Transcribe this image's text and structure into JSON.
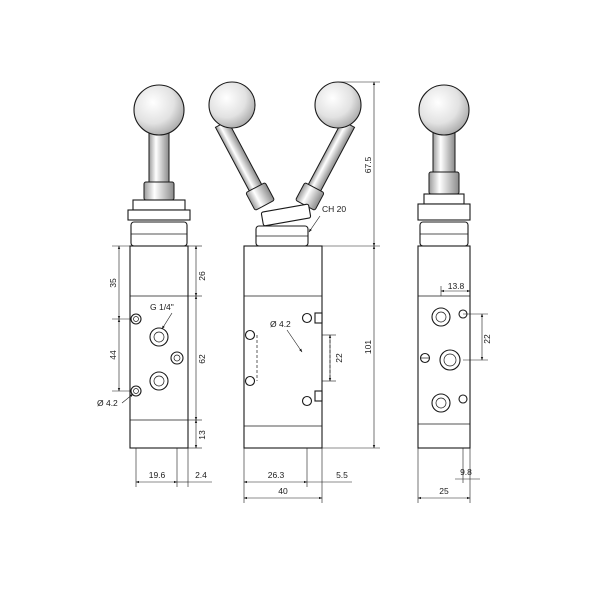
{
  "drawing": {
    "views": [
      "front-view",
      "side-view-swing",
      "right-view"
    ],
    "dimensions": {
      "front_35": "35",
      "front_26": "26",
      "front_44": "44",
      "front_62": "62",
      "front_13": "13",
      "front_19_6": "19.6",
      "front_2_4": "2.4",
      "front_thread": "G 1/4\"",
      "front_hole": "Ø 4.2",
      "mid_67_5": "67.5",
      "mid_ch20": "CH 20",
      "mid_hole": "Ø 4.2",
      "mid_22": "22",
      "mid_101": "101",
      "mid_26_3": "26.3",
      "mid_5_5": "5.5",
      "mid_40": "40",
      "right_13_8": "13.8",
      "right_22": "22",
      "right_9_8": "9.8",
      "right_25": "25"
    },
    "colors": {
      "line": "#1a1a1a",
      "ball_light": "#ffffff",
      "ball_dark": "#b5b5b5"
    }
  }
}
